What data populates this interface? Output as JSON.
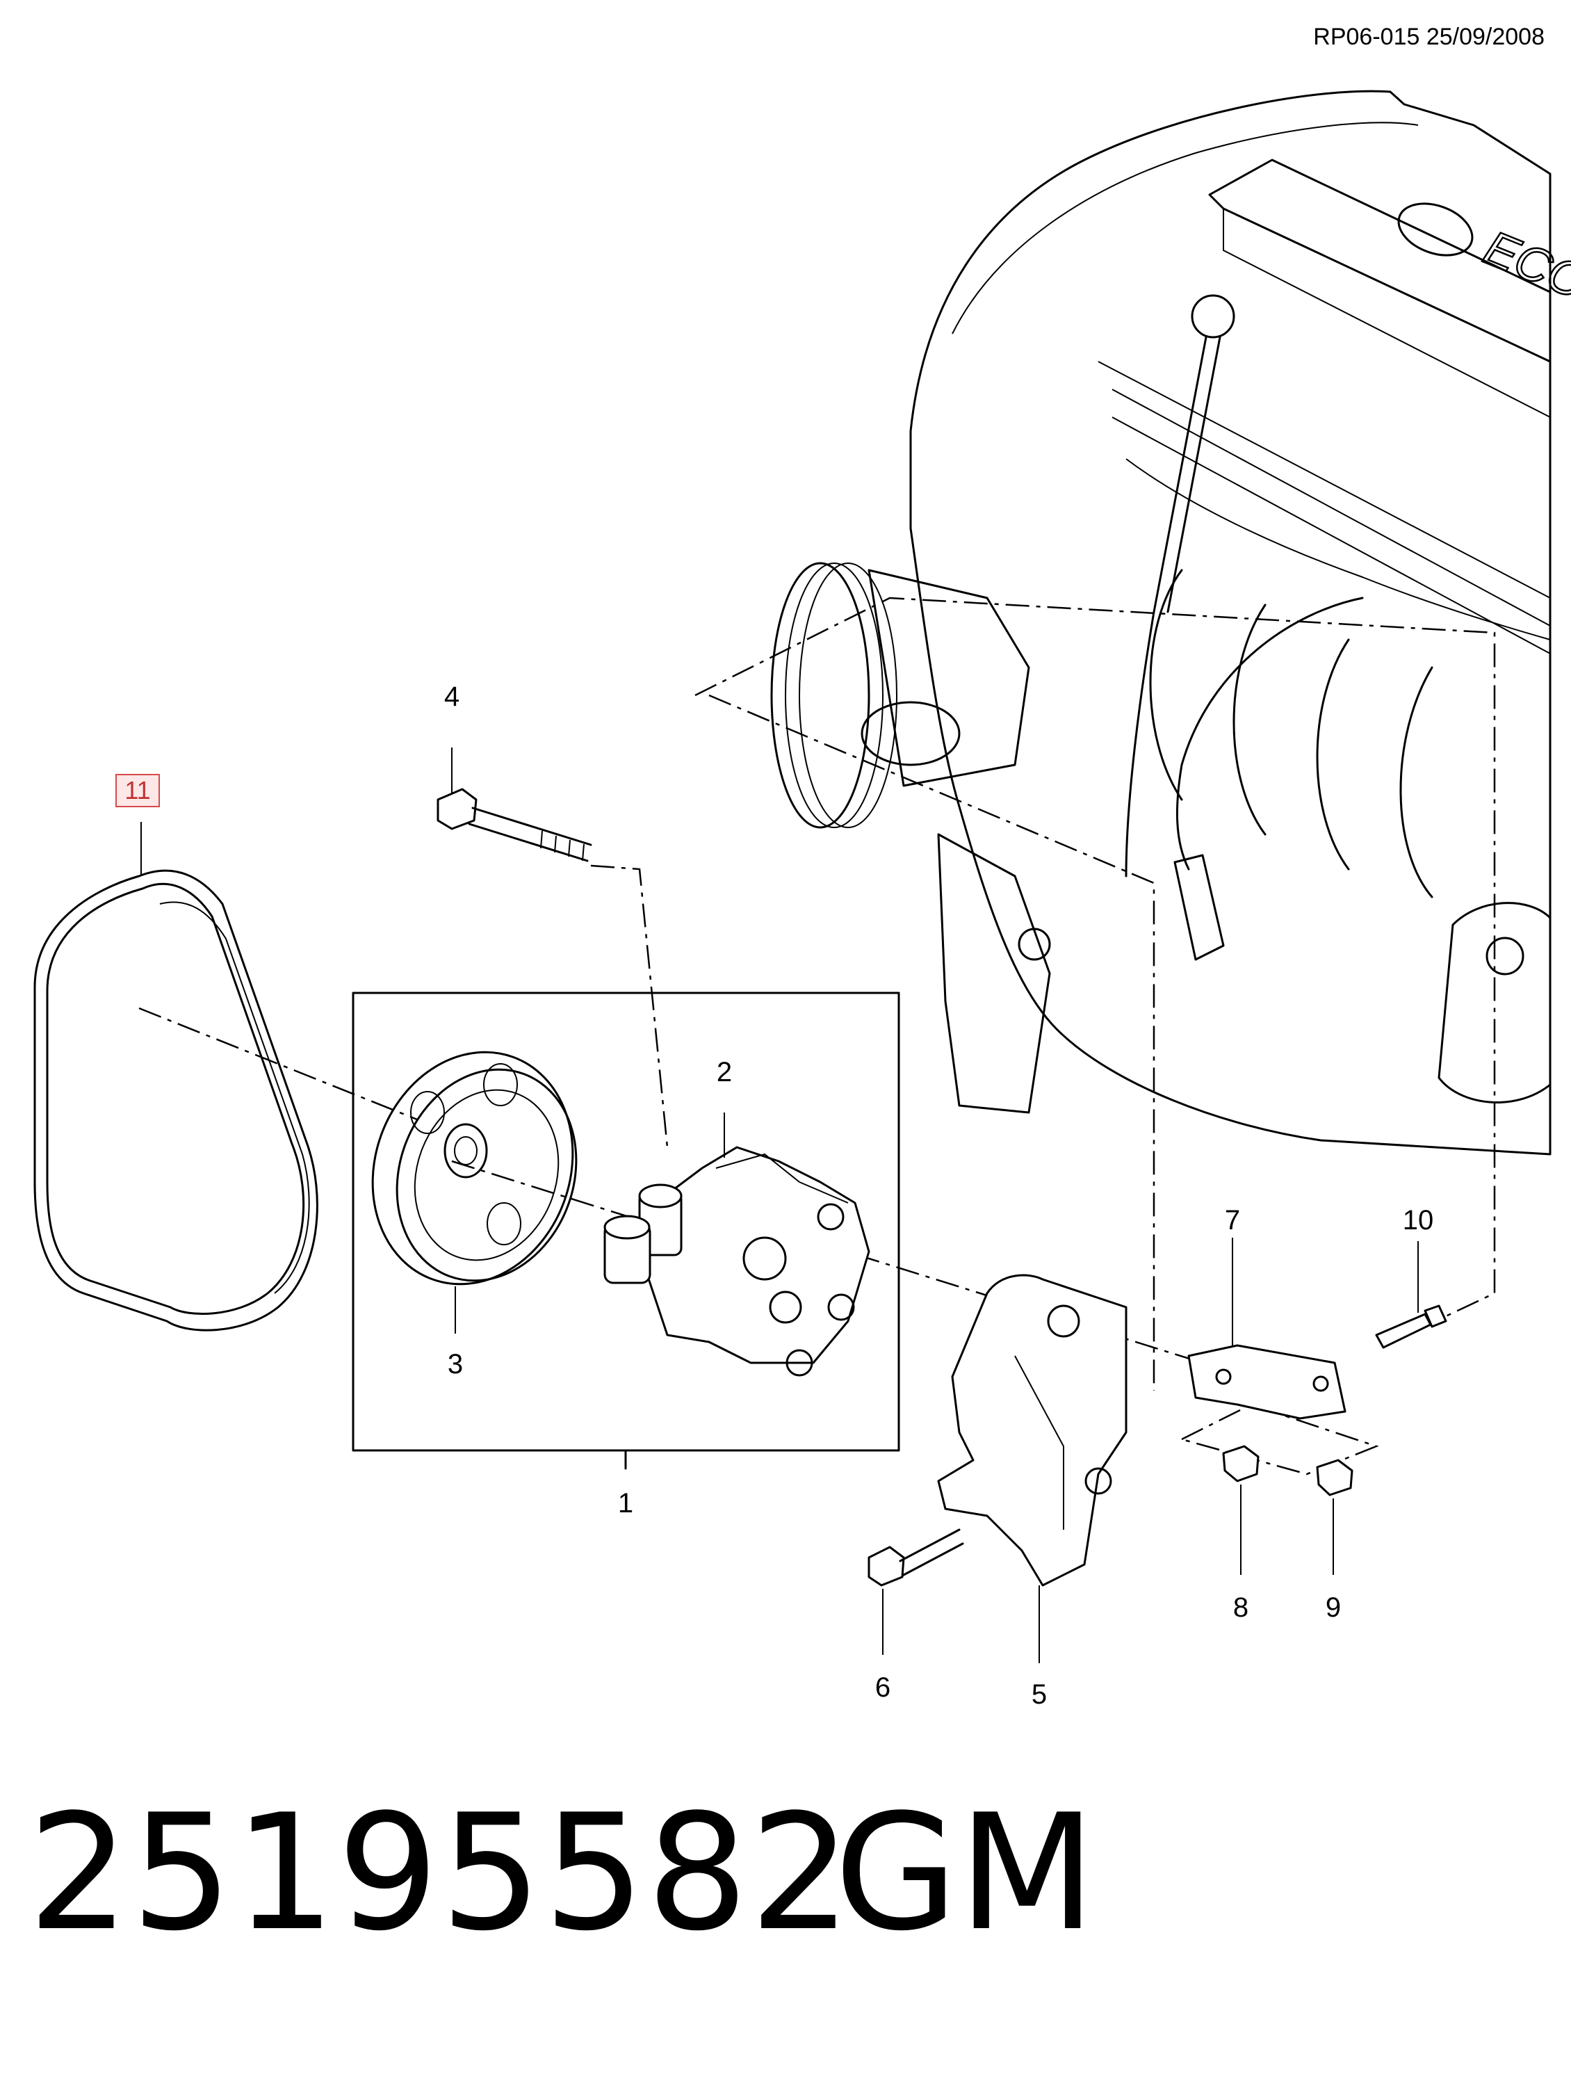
{
  "document": {
    "ref_code": "RP06-015 25/09/2008",
    "part_number": "25195582",
    "manufacturer": "GM"
  },
  "callouts": {
    "c1": "1",
    "c2": "2",
    "c3": "3",
    "c4": "4",
    "c5": "5",
    "c6": "6",
    "c7": "7",
    "c8": "8",
    "c9": "9",
    "c10": "10",
    "c11": "11"
  },
  "highlight": {
    "callout_color": "#d64a4a",
    "callout_fill": "#fde7e7"
  }
}
